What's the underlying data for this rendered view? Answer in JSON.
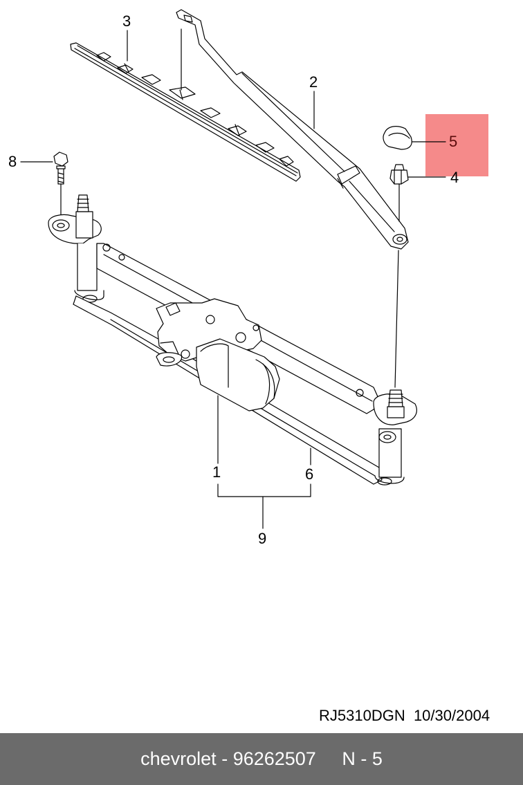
{
  "highlight_color": "#f58a8a",
  "footer_color": "#6b6b6b",
  "callouts": {
    "c1": "1",
    "c2": "2",
    "c3": "3",
    "c4": "4",
    "c5": "5",
    "c6": "6",
    "c8": "8",
    "c9": "9"
  },
  "drawing_code": "RJ5310DGN  10/30/2004",
  "footer": {
    "brand": "chevrolet",
    "part_number": "96262507",
    "ref": "N - 5"
  }
}
